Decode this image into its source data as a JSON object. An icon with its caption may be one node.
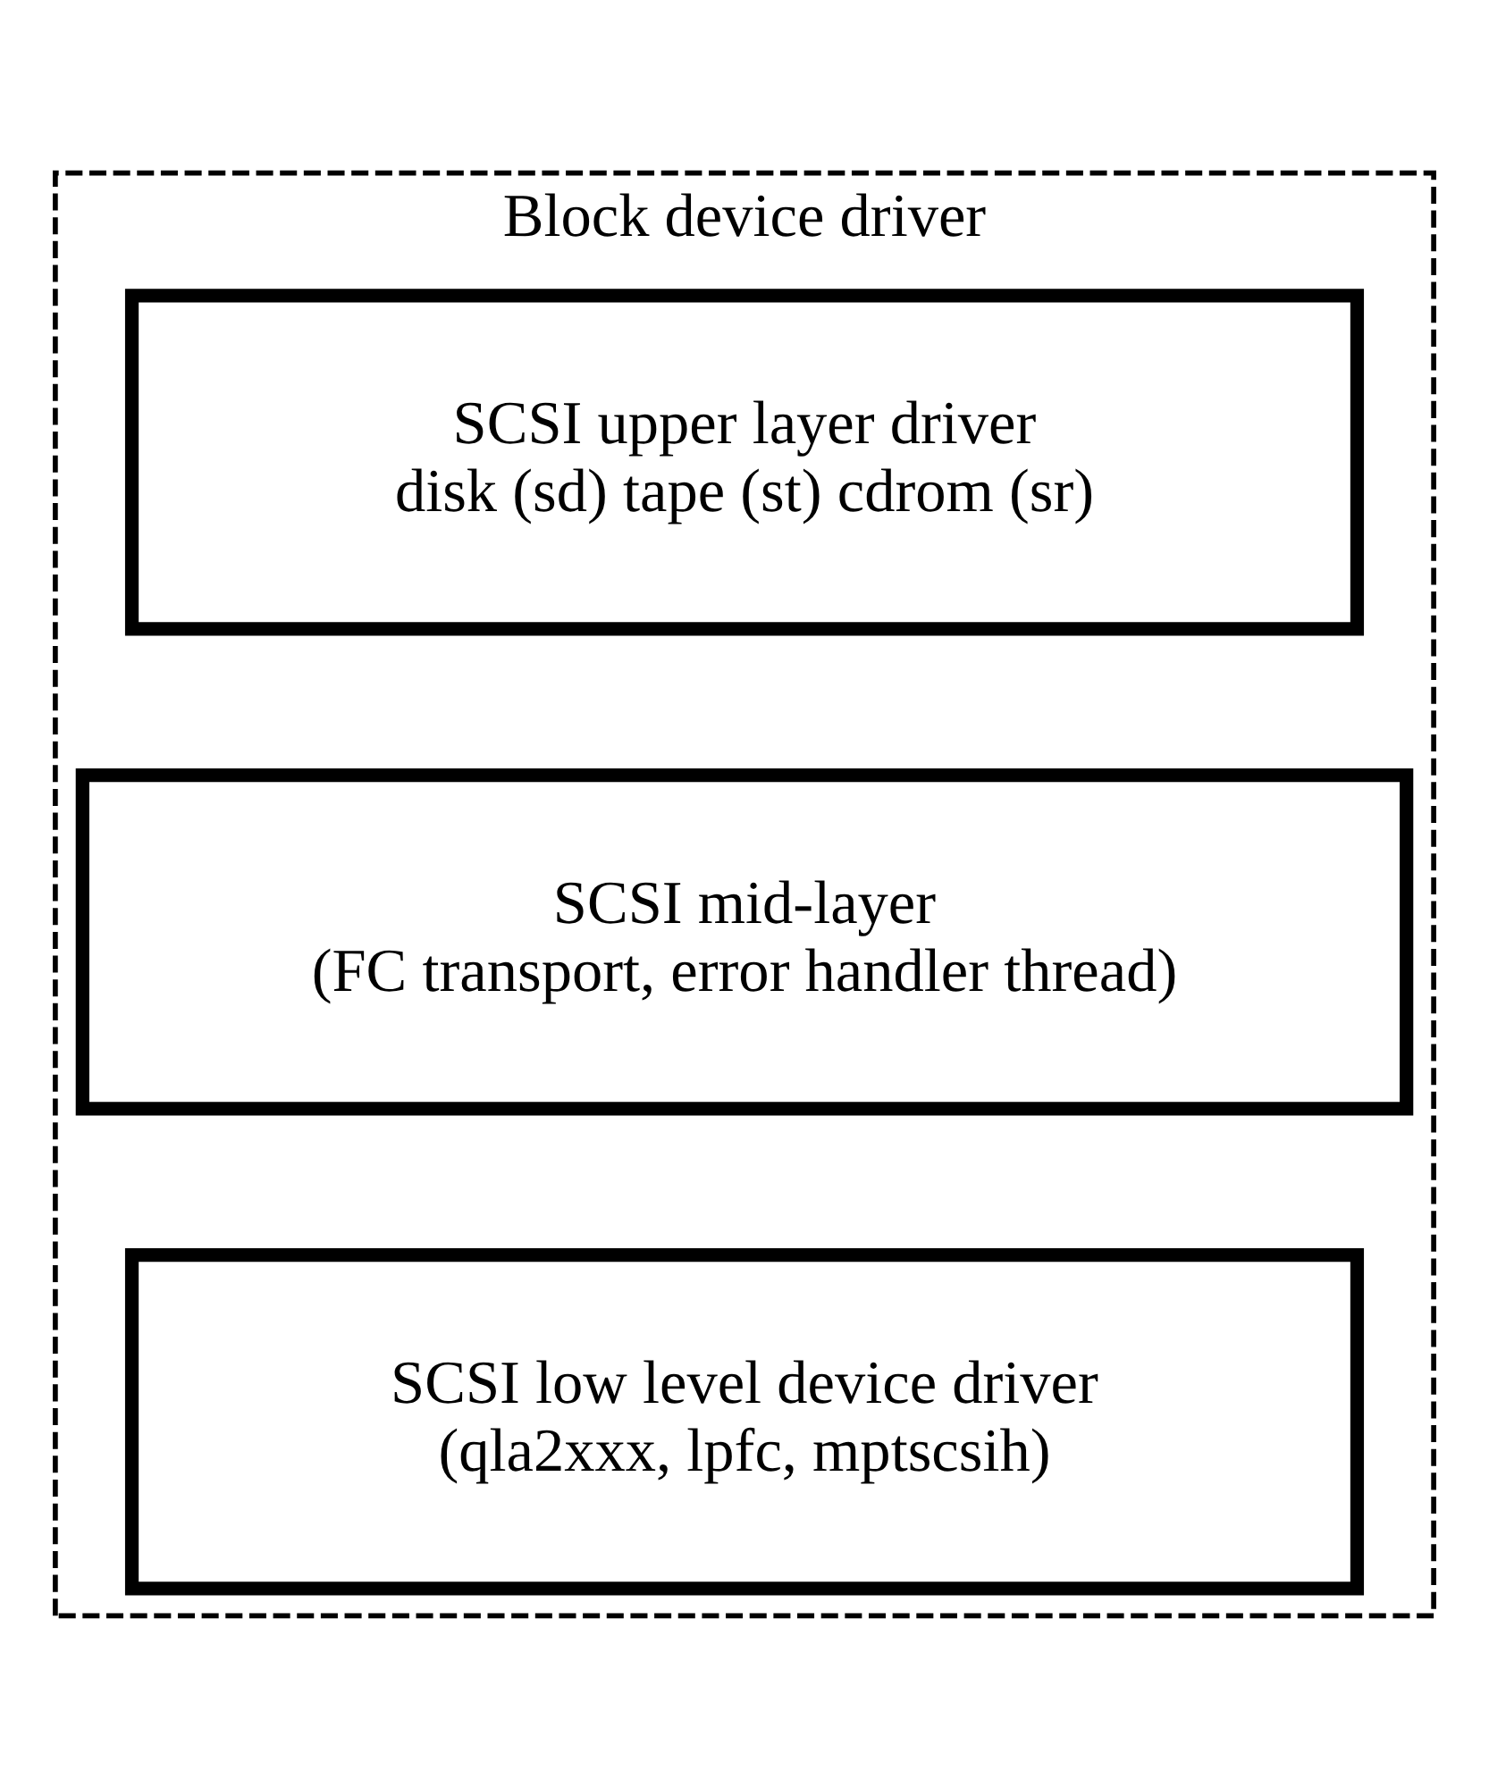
{
  "diagram": {
    "nodes": [
      {
        "text": [
          "Block device driver"
        ]
      },
      {
        "text": [
          "SCSI upper layer driver",
          "disk (sd) tape (st) cdrom (sr)"
        ],
        "in": 0
      },
      {
        "text": [
          "SCSI mid-layer",
          "(FC transport, error handler thread)"
        ],
        "in": 0
      },
      {
        "text": [
          "SCSI low level device driver",
          "(qla2xxx, lpfc, mptscsih)"
        ],
        "in": 0
      }
    ],
    "edges": []
  }
}
